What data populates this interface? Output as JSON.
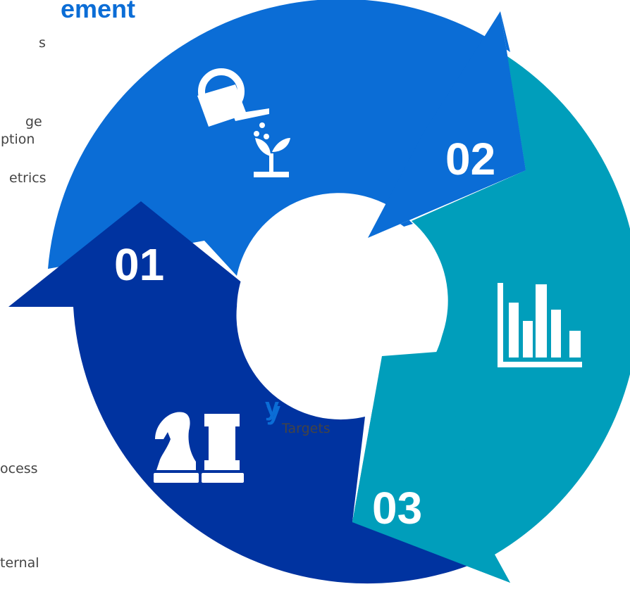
{
  "left_panel": {
    "top_heading": "ement",
    "top_items": [
      "s",
      "ge",
      "ption",
      "etrics"
    ],
    "bottom_heading": "y",
    "bottom_items": [
      "Targets",
      "ocess",
      "ternal"
    ]
  },
  "cycle": {
    "segments": [
      {
        "number": "01",
        "icon": "chess-knight-rook-icon",
        "color": "#0033a0"
      },
      {
        "number": "02",
        "icon": "watering-can-plant-icon",
        "color": "#0b6dd6"
      },
      {
        "number": "03",
        "icon": "bar-chart-icon",
        "color": "#009ebb"
      }
    ]
  },
  "colors": {
    "dark_blue": "#0033a0",
    "mid_blue": "#0b6dd6",
    "teal": "#009ebb",
    "text": "#444444"
  }
}
